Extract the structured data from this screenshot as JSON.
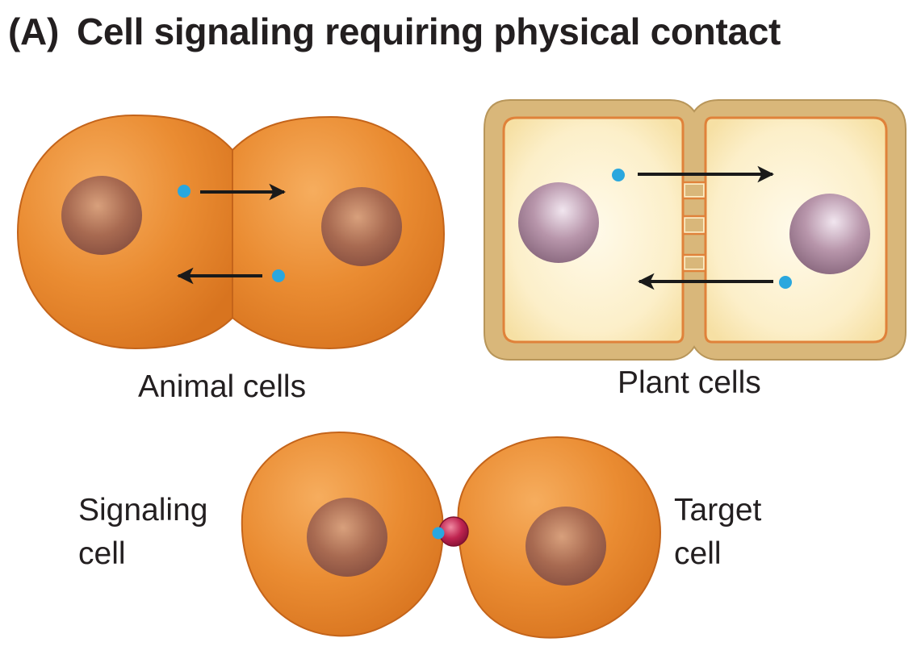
{
  "title": {
    "part": "(A)",
    "text": "Cell signaling requiring physical contact"
  },
  "labels": {
    "animal_cells": "Animal cells",
    "plant_cells": "Plant cells",
    "signaling_cell_line1": "Signaling",
    "signaling_cell_line2": "cell",
    "target_cell_line1": "Target",
    "target_cell_line2": "cell"
  },
  "colors": {
    "animal_cytoplasm": "#e88a30",
    "animal_nucleus": "#a4664f",
    "plant_wall": "#d9b77a",
    "plant_cytoplasm": "#fbedc4",
    "plant_nucleus": "#b08fa4",
    "signal_molecule": "#2aa7de",
    "receptor": "#b81e4a",
    "arrow": "#1a1a1a"
  }
}
